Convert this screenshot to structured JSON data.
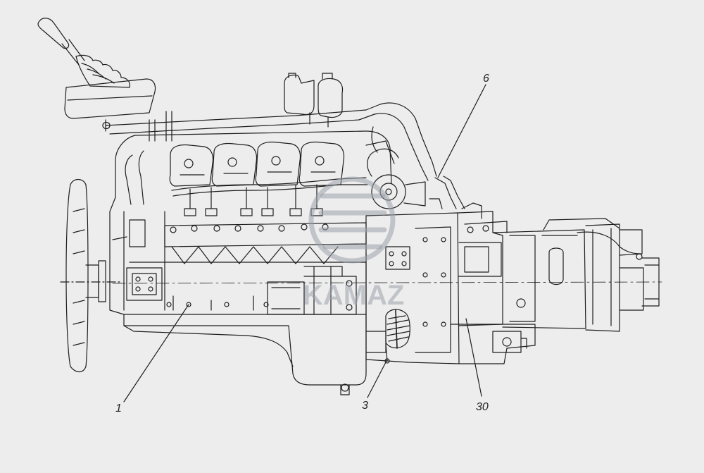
{
  "drawing": {
    "background": "#ededed",
    "line_color": "#1e1e1e",
    "watermark_color": "#9aa3ab",
    "callouts": [
      {
        "id": "c1",
        "label": "1"
      },
      {
        "id": "c3",
        "label": "3"
      },
      {
        "id": "c6",
        "label": "6"
      },
      {
        "id": "c30",
        "label": "30"
      }
    ],
    "watermark": {
      "text": "KAMAZ"
    }
  }
}
